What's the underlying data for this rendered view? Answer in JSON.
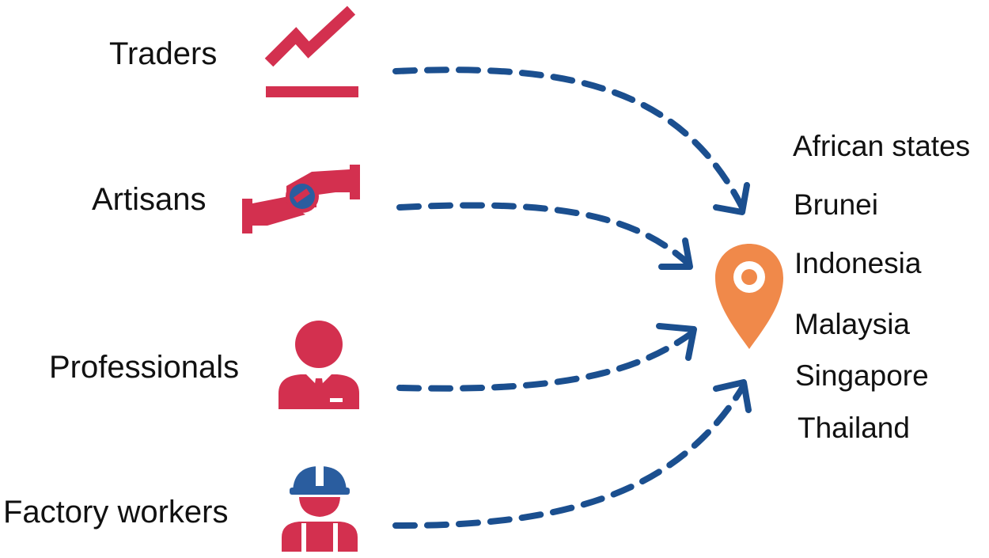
{
  "colors": {
    "icon": "#d3304f",
    "helmet": "#2a5d9f",
    "arrow": "#1b4f8f",
    "pin": "#f0894a",
    "text": "#111111"
  },
  "sources": [
    {
      "label": "Traders",
      "icon": "trend-chart-icon"
    },
    {
      "label": "Artisans",
      "icon": "handshake-wrench-icon"
    },
    {
      "label": "Professionals",
      "icon": "businessman-icon"
    },
    {
      "label": "Factory workers",
      "icon": "construction-worker-icon"
    }
  ],
  "destination": {
    "icon": "location-pin-icon",
    "countries": [
      "African states",
      "Brunei",
      "Indonesia",
      "Malaysia",
      "Singapore",
      "Thailand"
    ]
  }
}
